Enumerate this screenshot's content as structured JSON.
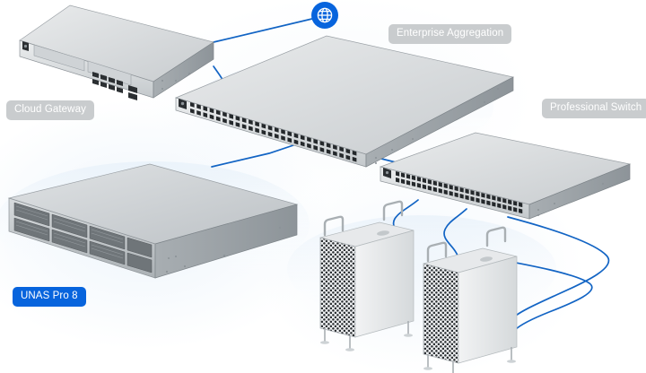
{
  "diagram": {
    "title": "UniFi network topology",
    "background_color": "#ffffff",
    "cable_color": "#1264c4",
    "accent_color": "#0764dd",
    "label_color": "#c9ccce"
  },
  "labels": [
    {
      "id": "cloud-gateway",
      "text": "Cloud Gateway",
      "style": "grey",
      "highlighted": false
    },
    {
      "id": "enterprise-aggregation",
      "text": "Enterprise Aggregation",
      "style": "grey",
      "highlighted": false
    },
    {
      "id": "professional-switch",
      "text": "Professional Switch",
      "style": "grey",
      "highlighted": false
    },
    {
      "id": "unas-pro-8",
      "text": "UNAS Pro 8",
      "style": "blue",
      "highlighted": true
    }
  ],
  "nodes": [
    {
      "id": "internet",
      "name": "internet-globe-badge",
      "kind": "badge",
      "icon": "globe-icon"
    },
    {
      "id": "cloud-gateway",
      "name": "cloud-gateway",
      "kind": "rack-1u",
      "ports": "8 RJ45 + 2 SFP"
    },
    {
      "id": "enterprise-aggregation",
      "name": "enterprise-aggregation-switch",
      "kind": "rack-1u-deep",
      "ports": "2 rows SFP+"
    },
    {
      "id": "professional-switch",
      "name": "professional-switch",
      "kind": "rack-1u",
      "ports": "2 rows RJ45"
    },
    {
      "id": "unas-pro-8",
      "name": "unas-pro-8-nas",
      "kind": "rack-2u",
      "ports": "8 drive bays"
    },
    {
      "id": "tower-1",
      "name": "tower-server-1",
      "kind": "tower",
      "ports": "mesh front panel"
    },
    {
      "id": "tower-2",
      "name": "tower-server-2",
      "kind": "tower",
      "ports": "mesh front panel"
    }
  ],
  "links": [
    {
      "from": "internet",
      "to": "cloud-gateway",
      "name": "link-internet-to-gateway"
    },
    {
      "from": "cloud-gateway",
      "to": "enterprise-aggregation",
      "name": "link-gateway-to-aggregation"
    },
    {
      "from": "enterprise-aggregation",
      "to": "unas-pro-8",
      "name": "link-aggregation-to-nas"
    },
    {
      "from": "enterprise-aggregation",
      "to": "professional-switch",
      "name": "link-aggregation-to-switch"
    },
    {
      "from": "professional-switch",
      "to": "tower-1",
      "name": "link-switch-to-tower-1"
    },
    {
      "from": "professional-switch",
      "to": "tower-2",
      "name": "link-switch-to-tower-2"
    }
  ]
}
